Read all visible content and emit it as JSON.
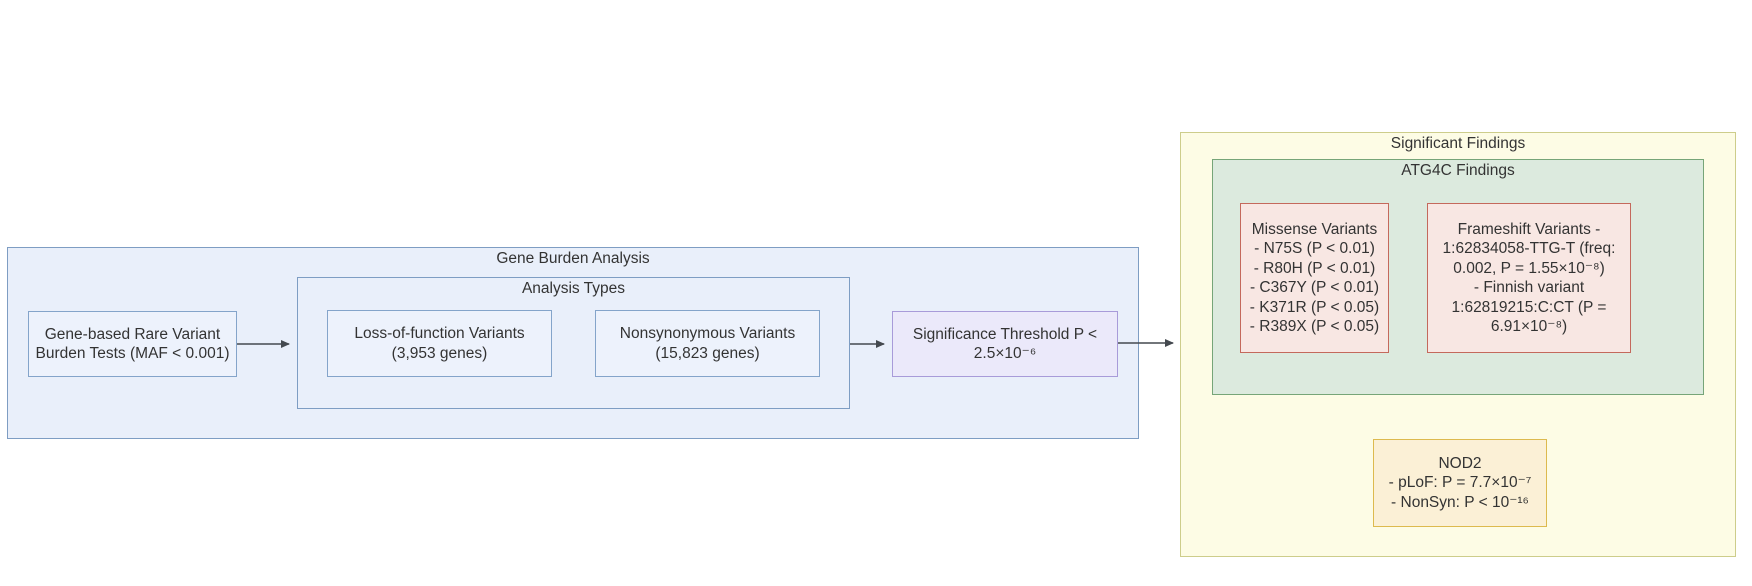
{
  "colors": {
    "text": "#333333",
    "flow_fill": "#e9effa",
    "flow_border": "#7e9dc3",
    "node_fill": "#edf2fc",
    "node_border": "#84a4ca",
    "threshold_fill": "#ebe9fa",
    "threshold_border": "#a89bd9",
    "findings_fill": "#fdfce5",
    "findings_border": "#cdcd8b",
    "atg4c_fill": "#dceade",
    "atg4c_border": "#76a578",
    "variant_fill": "#f8e7e3",
    "variant_border": "#c4695c",
    "nod2_fill": "#fbf0d6",
    "nod2_border": "#ddba4e",
    "arrow": "#44494f"
  },
  "flow": {
    "title": "Gene Burden Analysis",
    "burden_node": {
      "lines": [
        "Gene-based Rare Variant",
        "Burden Tests (MAF < 0.001)"
      ]
    },
    "analysis_types": {
      "title": "Analysis Types",
      "lof_node": {
        "lines": [
          "Loss-of-function Variants",
          "(3,953 genes)"
        ]
      },
      "nonsyn_node": {
        "lines": [
          "Nonsynonymous Variants",
          "(15,823 genes)"
        ]
      }
    },
    "threshold_node": {
      "lines": [
        "Significance Threshold P <",
        "2.5×10⁻⁶"
      ]
    }
  },
  "findings": {
    "title": "Significant Findings",
    "atg4c": {
      "title": "ATG4C Findings",
      "missense_node": {
        "lines": [
          "Missense Variants",
          "- N75S (P < 0.01)",
          "- R80H (P < 0.01)",
          "- C367Y (P < 0.01)",
          "- K371R (P < 0.05)",
          "- R389X (P < 0.05)"
        ]
      },
      "frameshift_node": {
        "lines": [
          "Frameshift Variants -",
          "1:62834058-TTG-T (freq:",
          "0.002, P = 1.55×10⁻⁸)",
          "- Finnish variant",
          "1:62819215:C:CT (P =",
          "6.91×10⁻⁸)"
        ]
      }
    },
    "nod2_node": {
      "lines": [
        "NOD2",
        "- pLoF: P = 7.7×10⁻⁷",
        "- NonSyn: P < 10⁻¹⁶"
      ]
    }
  }
}
